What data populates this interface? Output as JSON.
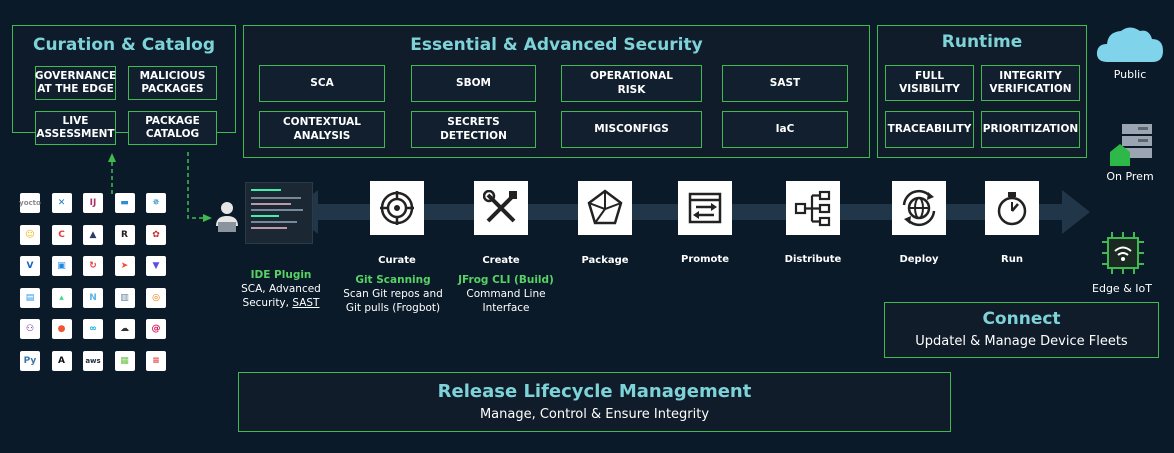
{
  "curation": {
    "title": "Curation & Catalog",
    "items": [
      "GOVERNANCE\nAT THE EDGE",
      "MALICIOUS\nPACKAGES",
      "LIVE\nASSESSMENT",
      "PACKAGE\nCATALOG"
    ]
  },
  "security": {
    "title": "Essential & Advanced Security",
    "items": [
      "SCA",
      "SBOM",
      "OPERATIONAL\nRISK",
      "SAST",
      "CONTEXTUAL\nANALYSIS",
      "SECRETS\nDETECTION",
      "MISCONFIGS",
      "IaC"
    ]
  },
  "runtime": {
    "title": "Runtime",
    "items": [
      "FULL\nVISIBILITY",
      "INTEGRITY\nVERIFICATION",
      "TRACEABILITY",
      "PRIORITIZATION"
    ]
  },
  "deploy_targets": {
    "public": "Public",
    "on_prem": "On Prem",
    "edge": "Edge & IoT"
  },
  "pipeline": {
    "stages": [
      "Curate",
      "Create",
      "Package",
      "Promote",
      "Distribute",
      "Deploy",
      "Run"
    ]
  },
  "ide": {
    "title": "IDE Plugin",
    "line1": "SCA, Advanced",
    "line2": "Security, ",
    "line2_link": "SAST"
  },
  "git": {
    "title": "Git Scanning",
    "line1": "Scan Git repos and",
    "line2": "Git pulls (Frogbot)"
  },
  "cli": {
    "title": "JFrog CLI (Build)",
    "line1": "Command Line",
    "line2": "Interface"
  },
  "connect": {
    "title": "Connect",
    "subtitle": "Updatel & Manage Device Fleets"
  },
  "rlm": {
    "title": "Release Lifecycle Management",
    "subtitle": "Manage, Control & Ensure Integrity"
  },
  "logos": [
    {
      "icon": "yocto-logo",
      "text": "yocto",
      "color": "#8a8a8a"
    },
    {
      "icon": "xcode-logo",
      "text": "✕",
      "color": "#1d78c1"
    },
    {
      "icon": "jetbrains-logo",
      "text": "IJ",
      "color": "#a3346b"
    },
    {
      "icon": "vm-logo",
      "text": "▬",
      "color": "#2c8fd6"
    },
    {
      "icon": "helm-logo",
      "text": "✵",
      "color": "#1e88c8"
    },
    {
      "icon": "huggingface-logo",
      "text": "☺",
      "color": "#f4b400"
    },
    {
      "icon": "cargo-logo",
      "text": "C",
      "color": "#e53935"
    },
    {
      "icon": "azure-logo",
      "text": "▲",
      "color": "#2b3a67"
    },
    {
      "icon": "rust-logo",
      "text": "R",
      "color": "#222222"
    },
    {
      "icon": "pet-logo",
      "text": "✿",
      "color": "#c62828"
    },
    {
      "icon": "vagrant-logo",
      "text": "V",
      "color": "#1565c0"
    },
    {
      "icon": "bintray-logo",
      "text": "▣",
      "color": "#1e88e5"
    },
    {
      "icon": "sync-logo",
      "text": "↻",
      "color": "#e53935"
    },
    {
      "icon": "swift-logo",
      "text": "➤",
      "color": "#f05138"
    },
    {
      "icon": "terraform-logo",
      "text": "▼",
      "color": "#5c4ee5"
    },
    {
      "icon": "docker-logo",
      "text": "▤",
      "color": "#2496ed"
    },
    {
      "icon": "android-logo",
      "text": "▴",
      "color": "#3ddc84"
    },
    {
      "icon": "nuget-logo",
      "text": "N",
      "color": "#5bb4e5"
    },
    {
      "icon": "conan-logo",
      "text": "▥",
      "color": "#6a7f9a"
    },
    {
      "icon": "chrome-logo",
      "text": "◎",
      "color": "#e37400"
    },
    {
      "icon": "opkg-logo",
      "text": "⚇",
      "color": "#6a1b9a"
    },
    {
      "icon": "bower-logo",
      "text": "●",
      "color": "#ef5734"
    },
    {
      "icon": "go-logo",
      "text": "∞",
      "color": "#00add8"
    },
    {
      "icon": "cocoapods-logo",
      "text": "☁",
      "color": "#333333"
    },
    {
      "icon": "debian-logo",
      "text": "@",
      "color": "#d70a53"
    },
    {
      "icon": "python-logo",
      "text": "Py",
      "color": "#3776ab"
    },
    {
      "icon": "ansible-logo",
      "text": "A",
      "color": "#111111"
    },
    {
      "icon": "aws-logo",
      "text": "aws",
      "color": "#232f3e"
    },
    {
      "icon": "npm-logo",
      "text": "▦",
      "color": "#6cc24a"
    },
    {
      "icon": "scala-logo",
      "text": "≡",
      "color": "#dc322f"
    }
  ]
}
